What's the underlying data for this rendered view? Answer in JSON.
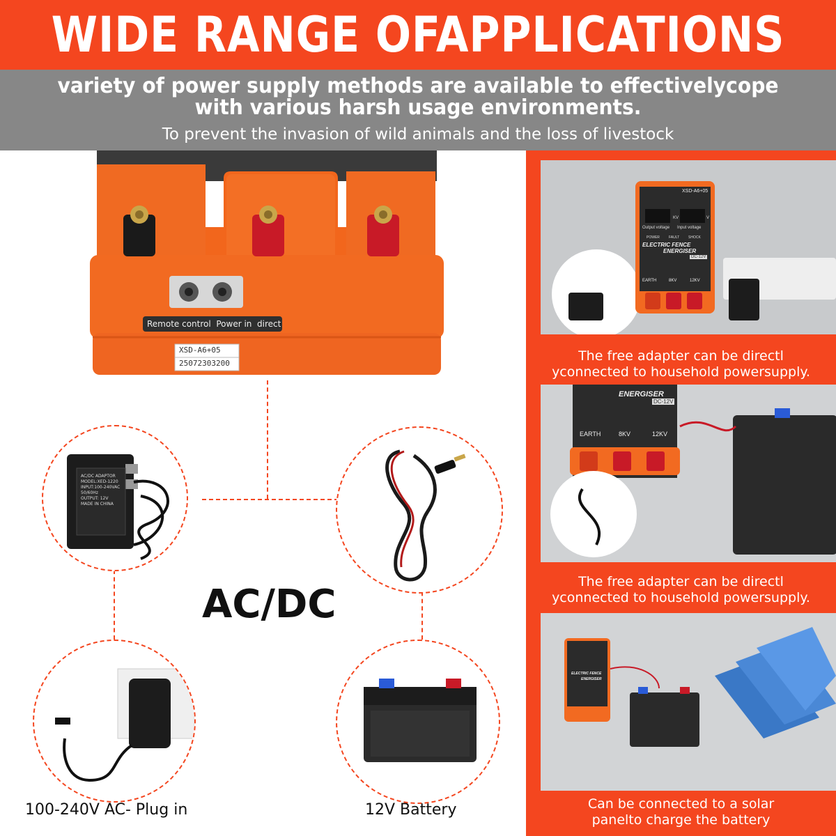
{
  "header": {
    "title": "WIDE RANGE OFAPPLICATIONS",
    "subtitle_line1": "variety of power supply methods are available to effectivelycope",
    "subtitle_line2": "with various harsh usage environments.",
    "tagline": "To prevent the invasion of wild animals and the loss of livestock"
  },
  "device": {
    "port_panel_label_1": "Remote control",
    "port_panel_label_2": "Power in",
    "port_panel_label_3": "direct",
    "model_sticker": "XSD-A6+05",
    "serial_number": "25072303200"
  },
  "center_label": "AC/DC",
  "options": {
    "adapter_label": "100-240V AC- Plug in",
    "battery_label": "12V Battery",
    "adapter_sticker_1": "AC/DC ADAPTOR",
    "adapter_sticker_2": "MODEL:XED-1220",
    "adapter_sticker_3": "INPUT:100-240VAC",
    "adapter_sticker_4": "50/60Hz",
    "adapter_sticker_5": "OUTPUT: 12V",
    "adapter_sticker_6": "MADE IN CHINA"
  },
  "energiser": {
    "model": "XSD-A6+05",
    "name_line1": "ELECTRIC FENCE",
    "name_line2": "ENERGISER",
    "dc": "DC-12V",
    "out_label": "Output voltage",
    "in_label": "Input voltage",
    "kv": "KV",
    "v": "V",
    "ind_power": "POWER",
    "ind_fault": "FAULT",
    "ind_shock": "SHOCK",
    "t_earth": "EARTH",
    "t_8kv": "8KV",
    "t_12kv": "12KV"
  },
  "panels": [
    {
      "caption_line1": "The free adapter can be directl",
      "caption_line2": "yconnected to household powersupply."
    },
    {
      "caption_line1": "The free adapter can be directl",
      "caption_line2": "yconnected to household powersupply."
    },
    {
      "caption_line1": "Can be connected to a solar",
      "caption_line2": "panelto charge the battery"
    }
  ],
  "colors": {
    "accent": "#f4461f",
    "grey_band": "#878787",
    "device_orange": "#f26a21"
  }
}
